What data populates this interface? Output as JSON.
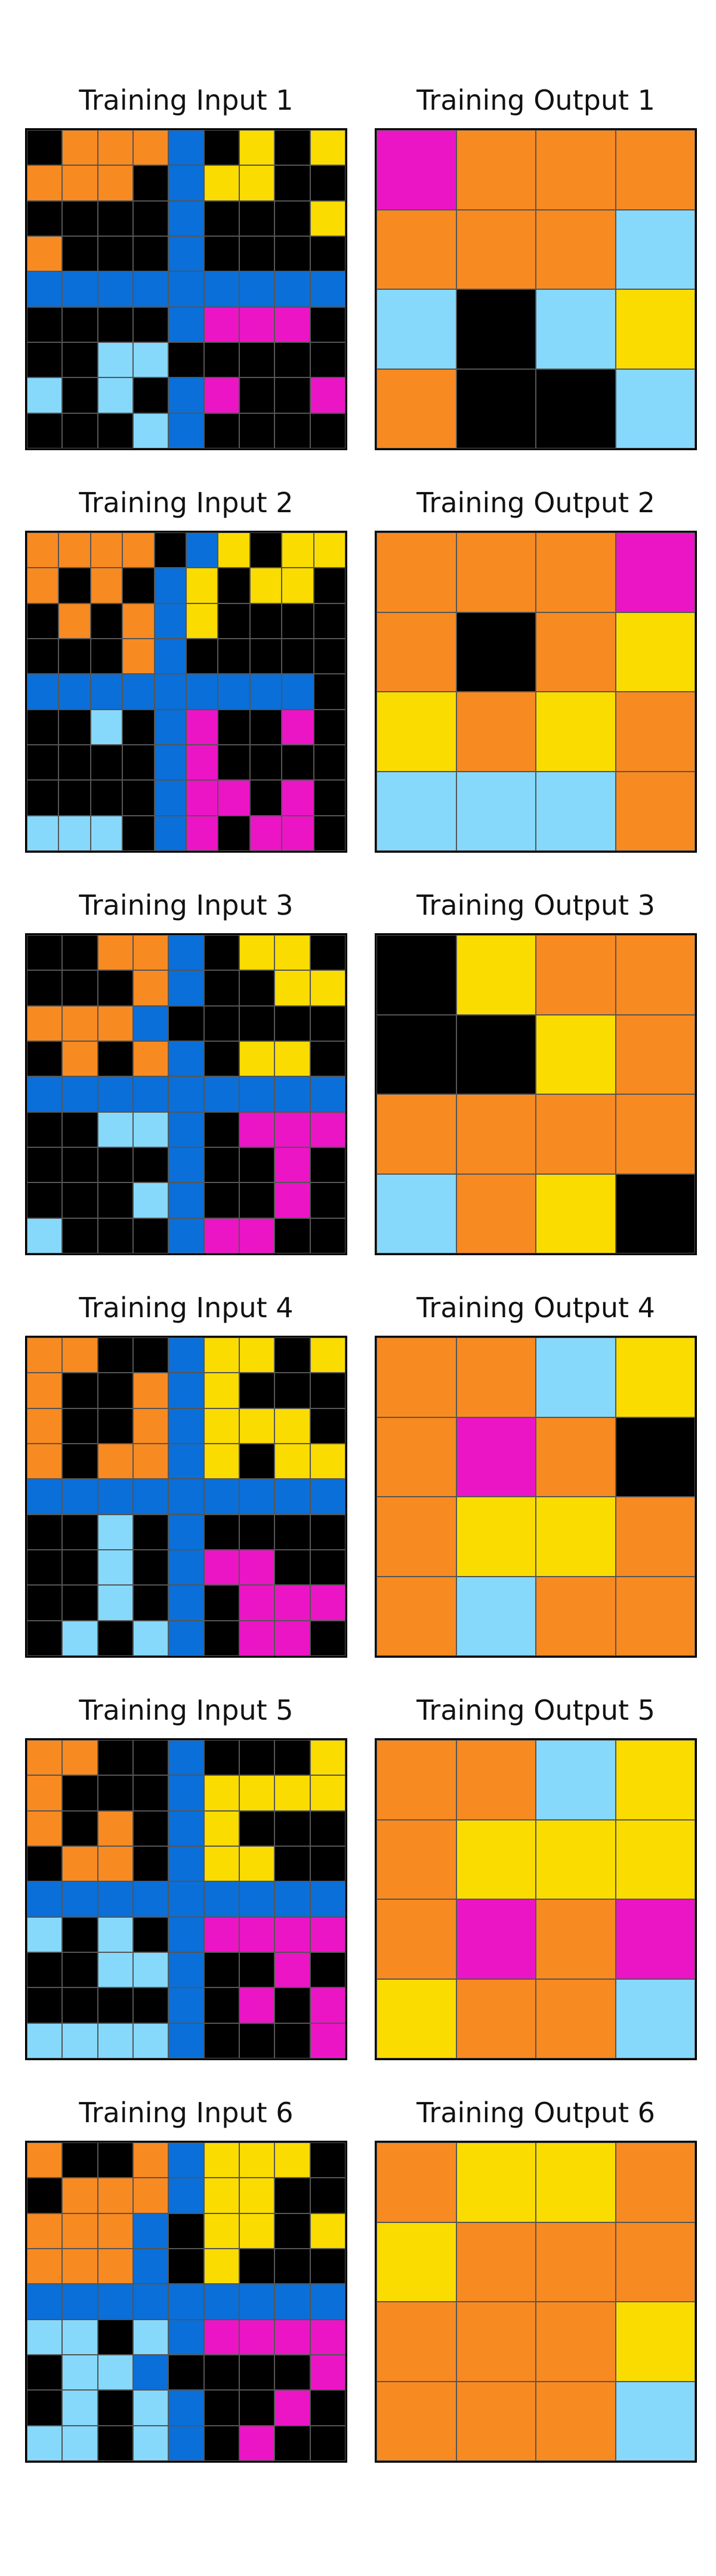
{
  "palette": {
    "k": "#000000",
    "o": "#F88A22",
    "y": "#FADC00",
    "b": "#0A6FD8",
    "c": "#86D9FB",
    "m": "#EC15C6"
  },
  "pairs": [
    {
      "input_title": "Training Input 1",
      "output_title": "Training Output 1",
      "input": [
        "kooobkyky",
        "oookbyykk",
        "kkkkbkkky",
        "okkkbkkkk",
        "bbbbbbbbb",
        "kkkkbmmmk",
        "kkcckkkkk",
        "ckckbmkkm",
        "kkkcbkkkk"
      ],
      "output": [
        "mooo",
        "oooc",
        "ckcy",
        "okkc"
      ]
    },
    {
      "input_title": "Training Input 2",
      "output_title": "Training Output 2",
      "input": [
        "ooookbykyy",
        "okokbykyy",
        "kokobykkk",
        "kkkobkkkk",
        "bbbbbbbbb",
        "kkckbmkkm",
        "kkkkbmkkk",
        "kkkkbmmkm",
        "ccckbmkmm"
      ],
      "output": [
        "ooom",
        "okoy",
        "yoyo",
        "ccco"
      ]
    },
    {
      "input_title": "Training Input 3",
      "output_title": "Training Output 3",
      "input": [
        "kkoobkyyk",
        "kkkobkkyy",
        "ooobkkkkk",
        "kokobkyyk",
        "bbbbbbbbb",
        "kkccbkmmm",
        "kkkkbkkmk",
        "kkkcbkkmk",
        "ckkkbmmkk"
      ],
      "output": [
        "kyoo",
        "kkyo",
        "oooo",
        "coyk"
      ]
    },
    {
      "input_title": "Training Input 4",
      "output_title": "Training Output 4",
      "input": [
        "ookkbyyky",
        "okkobykkk",
        "okkobyyyk",
        "okoobykyy",
        "bbbbbbbbb",
        "kkckbkkkk",
        "kkckbmmkk",
        "kkckbkmmm",
        "kckcbkmmk"
      ],
      "output": [
        "oocy",
        "omok",
        "oyyo",
        "ocoo"
      ]
    },
    {
      "input_title": "Training Input 5",
      "output_title": "Training Output 5",
      "input": [
        "ookkbkkky",
        "okkkbyyyy",
        "okokbykkk",
        "kookbyykk",
        "bbbbbbbbb",
        "ckckbmmmm",
        "kkccbkkmk",
        "kkkkbkmkm",
        "ccccbkkkm"
      ],
      "output": [
        "oocy",
        "oyyy",
        "omom",
        "yooc"
      ]
    },
    {
      "input_title": "Training Input 6",
      "output_title": "Training Output 6",
      "input": [
        "okkobyyyk",
        "kooobyykk",
        "ooobkyyky",
        "ooobkykkk",
        "bbbbbbbbb",
        "cckcbmmmm",
        "kccbkkkkm",
        "kckcbkkmk",
        "cckcbkmkk"
      ],
      "output": [
        "oyyo",
        "yooo",
        "oooy",
        "oooc"
      ]
    }
  ]
}
